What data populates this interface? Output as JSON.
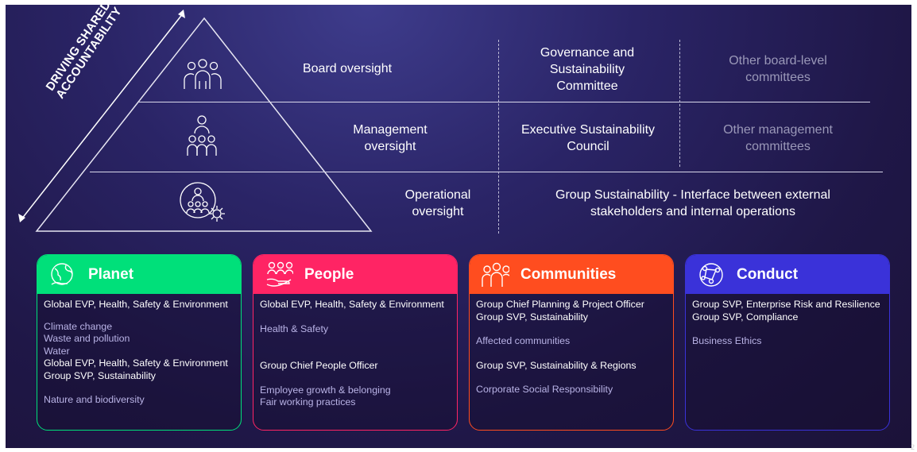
{
  "pyramid": {
    "side_label_line1": "DRIVING SHARED",
    "side_label_line2": "ACCOUNTABILITY",
    "rows": [
      {
        "label": "Board oversight",
        "col2": "Governance and Sustainability Committee",
        "col3": "Other board-level committees"
      },
      {
        "label": "Management oversight",
        "col2": "Executive Sustainability Council",
        "col3": "Other management committees"
      },
      {
        "label": "Operational oversight",
        "col2": "Group Sustainability - Interface between external stakeholders and internal operations"
      }
    ]
  },
  "cards": [
    {
      "title": "Planet",
      "color": "#00e07a",
      "items": [
        {
          "type": "lead",
          "lines": [
            "Global EVP, Health, Safety & Environment"
          ]
        },
        {
          "type": "topic",
          "lines": [
            "Climate change",
            "Waste and pollution",
            "Water"
          ]
        },
        {
          "type": "lead",
          "lines": [
            "Global EVP, Health, Safety & Environment",
            "Group SVP, Sustainability"
          ]
        },
        {
          "type": "topic",
          "lines": [
            "Nature and biodiversity"
          ]
        }
      ]
    },
    {
      "title": "People",
      "color": "#ff2464",
      "items": [
        {
          "type": "lead",
          "lines": [
            "Global EVP, Health, Safety & Environment"
          ]
        },
        {
          "type": "topic",
          "lines": [
            "Health & Safety"
          ]
        },
        {
          "type": "lead",
          "lines": [
            "Group Chief People Officer"
          ]
        },
        {
          "type": "topic",
          "lines": [
            "Employee growth & belonging",
            "Fair working practices"
          ]
        }
      ]
    },
    {
      "title": "Communities",
      "color": "#ff4d1f",
      "items": [
        {
          "type": "lead",
          "lines": [
            "Group Chief Planning & Project Officer",
            "Group SVP, Sustainability"
          ]
        },
        {
          "type": "topic",
          "lines": [
            "Affected communities"
          ]
        },
        {
          "type": "lead",
          "lines": [
            "Group SVP, Sustainability & Regions"
          ]
        },
        {
          "type": "topic",
          "lines": [
            "Corporate Social Responsibility"
          ]
        }
      ]
    },
    {
      "title": "Conduct",
      "color": "#3a32d9",
      "items": [
        {
          "type": "lead",
          "lines": [
            "Group SVP, Enterprise Risk and Resilience",
            "Group SVP, Compliance"
          ]
        },
        {
          "type": "topic",
          "lines": [
            "Business Ethics"
          ]
        }
      ]
    }
  ],
  "page_number": "2"
}
